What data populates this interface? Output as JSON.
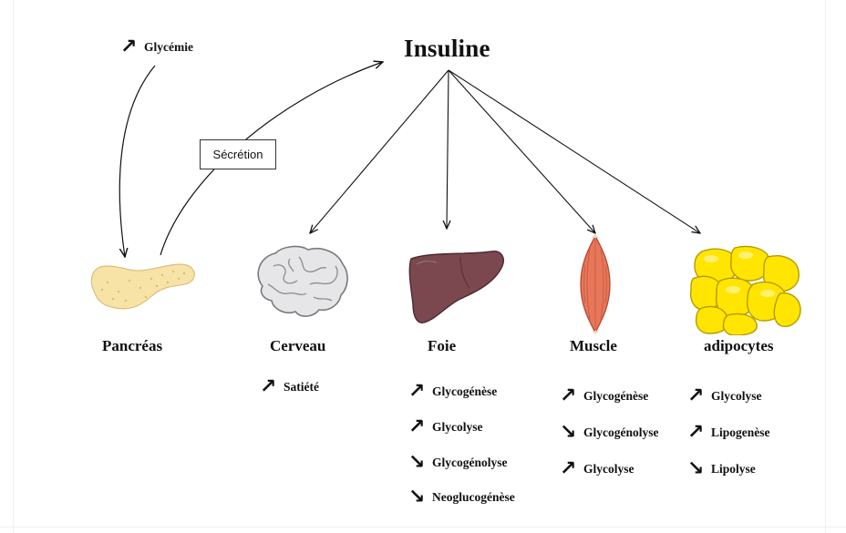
{
  "title": "Insuline",
  "glycemie": {
    "arrow": "↗",
    "label": "Glycémie"
  },
  "secretion": "Sécrétion",
  "organs": {
    "pancreas": {
      "label": "Pancréas",
      "icon": "pancreas-icon"
    },
    "cerveau": {
      "label": "Cerveau",
      "icon": "brain-icon",
      "effects": [
        {
          "arrow": "↗",
          "text": "Satiété"
        }
      ]
    },
    "foie": {
      "label": "Foie",
      "icon": "liver-icon",
      "effects": [
        {
          "arrow": "↗",
          "text": "Glycogénèse"
        },
        {
          "arrow": "↗",
          "text": "Glycolyse"
        },
        {
          "arrow": "↘",
          "text": "Glycogénolyse"
        },
        {
          "arrow": "↘",
          "text": "Neoglucogénèse"
        }
      ]
    },
    "muscle": {
      "label": "Muscle",
      "icon": "muscle-icon",
      "effects": [
        {
          "arrow": "↗",
          "text": "Glycogénèse"
        },
        {
          "arrow": "↘",
          "text": "Glycogénolyse"
        },
        {
          "arrow": "↗",
          "text": "Glycolyse"
        }
      ]
    },
    "adipocytes": {
      "label": "adipocytes",
      "icon": "adipocytes-icon",
      "effects": [
        {
          "arrow": "↗",
          "text": "Glycolyse"
        },
        {
          "arrow": "↗",
          "text": "Lipogenèse"
        },
        {
          "arrow": "↘",
          "text": "Lipolyse"
        }
      ]
    }
  },
  "colors": {
    "pancreas": "#f7e3a6",
    "brain": "#e6e6e8",
    "liver": "#7b4850",
    "muscle": "#e8775a",
    "fat": "#ffe500"
  }
}
